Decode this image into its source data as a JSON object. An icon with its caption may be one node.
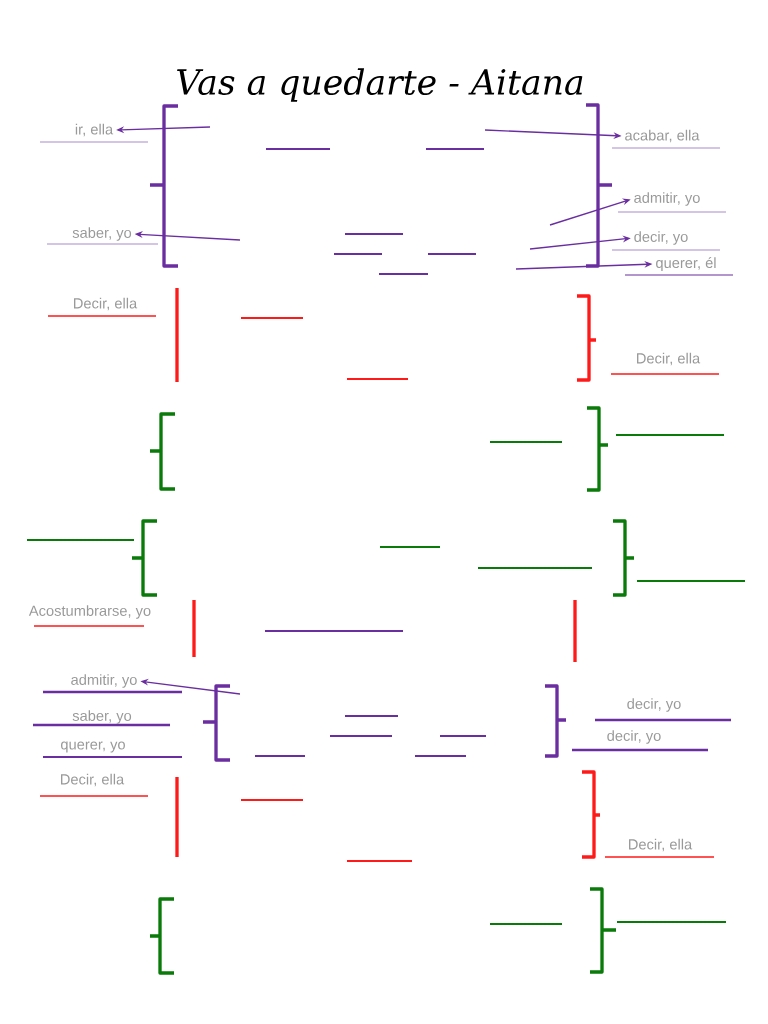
{
  "diagram": {
    "title": "Vas a quedarte - Aitana",
    "nodes": [
      {
        "text": [
          "ir, ella"
        ]
      },
      {
        "text": [
          "acabar, ella"
        ]
      },
      {
        "text": [
          "admitir, yo"
        ]
      },
      {
        "text": [
          "saber, yo"
        ]
      },
      {
        "text": [
          "decir, yo"
        ]
      },
      {
        "text": [
          "querer, él"
        ]
      },
      {
        "text": [
          "Decir, ella"
        ]
      },
      {
        "text": [
          "Decir, ella"
        ]
      },
      {
        "text": [
          "Acostumbrarse, yo"
        ]
      },
      {
        "text": [
          "admitir, yo"
        ]
      },
      {
        "text": [
          "saber, yo"
        ]
      },
      {
        "text": [
          "querer, yo"
        ]
      },
      {
        "text": [
          "decir, yo"
        ]
      },
      {
        "text": [
          "decir, yo"
        ]
      },
      {
        "text": [
          "Decir, ella"
        ]
      },
      {
        "text": [
          "Decir, ella"
        ]
      }
    ],
    "edges": [
      {
        "from": null,
        "to": 0,
        "arrow": "to"
      },
      {
        "from": null,
        "to": 1,
        "arrow": "to"
      },
      {
        "from": null,
        "to": 2,
        "arrow": "to"
      },
      {
        "from": null,
        "to": 3,
        "arrow": "to"
      },
      {
        "from": null,
        "to": 4,
        "arrow": "to"
      },
      {
        "from": null,
        "to": 5,
        "arrow": "to"
      },
      {
        "from": null,
        "to": 9,
        "arrow": "to"
      }
    ]
  }
}
